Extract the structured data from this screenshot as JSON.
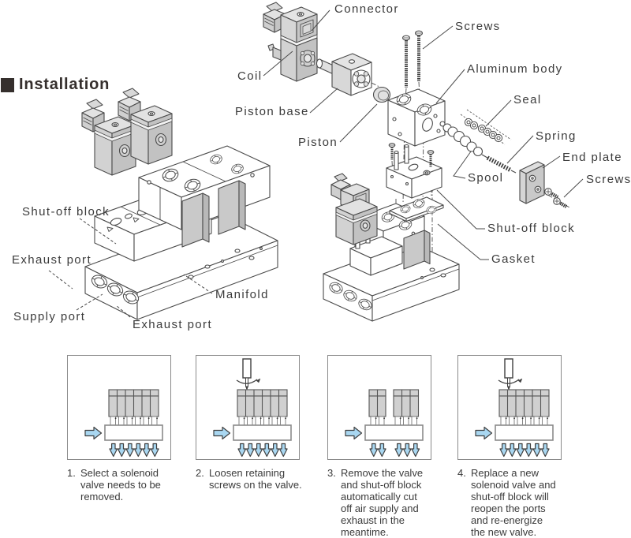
{
  "header": {
    "title": "Installation"
  },
  "exploded_view": {
    "labels": {
      "connector": "Connector",
      "coil": "Coil",
      "piston_base": "Piston base",
      "piston": "Piston",
      "screws_top": "Screws",
      "aluminum_body": "Aluminum body",
      "seal": "Seal",
      "spring": "Spring",
      "end_plate": "End plate",
      "screws_end": "Screws",
      "spool": "Spool",
      "shut_off_block": "Shut-off block",
      "gasket": "Gasket"
    }
  },
  "assembled_view": {
    "labels": {
      "shut_off_block": "Shut-off block",
      "exhaust_port_upper": "Exhaust port",
      "supply_port": "Supply port",
      "exhaust_port_lower": "Exhaust port",
      "manifold": "Manifold"
    }
  },
  "steps": [
    {
      "num": "1.",
      "text": "Select a solenoid\nvalve needs to be\nremoved.",
      "icon": {
        "screwdriver": false,
        "valve_groups": [
          6
        ],
        "arrow_groups": [
          6
        ]
      }
    },
    {
      "num": "2.",
      "text": "Loosen retaining\nscrews on the valve.",
      "icon": {
        "screwdriver": true,
        "valve_groups": [
          6
        ],
        "arrow_groups": [
          6
        ]
      }
    },
    {
      "num": "3.",
      "text": "Remove the valve\nand shut-off block\nautomatically cut\noff air supply and\nexhaust in the\nmeantime.",
      "icon": {
        "screwdriver": false,
        "valve_groups": [
          2,
          3
        ],
        "arrow_groups": [
          2,
          3
        ]
      }
    },
    {
      "num": "4.",
      "text": "Replace a new\nsolenoid valve and\nshut-off block will\nreopen the ports\nand re-energize\nthe new valve.",
      "icon": {
        "screwdriver": true,
        "valve_groups": [
          6
        ],
        "arrow_groups": [
          6
        ]
      }
    }
  ],
  "colors": {
    "line": "#4a4a4a",
    "part_gray": "#d2d2d2",
    "part_gray_dark": "#c0c0c0",
    "part_gray_light": "#e2e2e2",
    "valve_gray": "#d0d0d0",
    "arrow_blue": "#a9d7f1",
    "arrow_stroke": "#3f3f3f",
    "box_border": "#8a8a8a",
    "text": "#3b3b3b"
  }
}
